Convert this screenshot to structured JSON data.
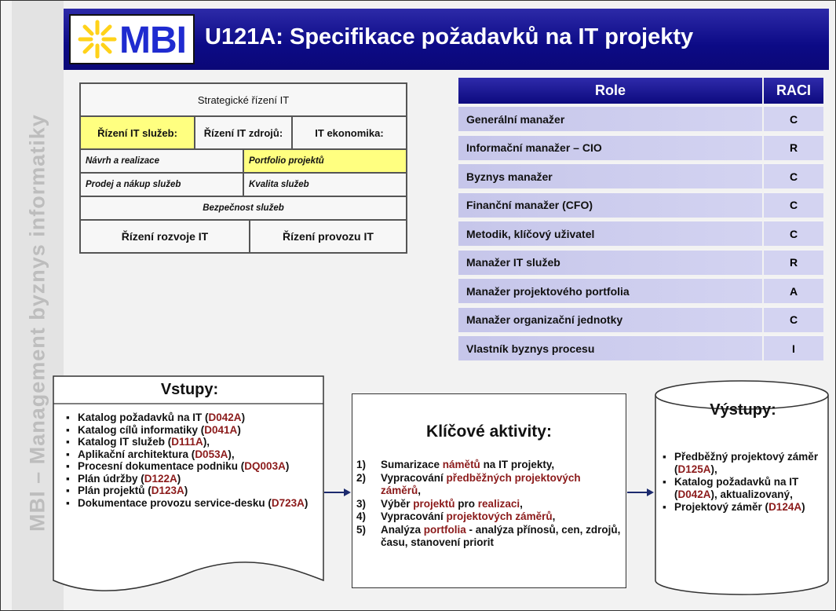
{
  "side_text": "MBI – Management byznys informatiky",
  "logo_text": "MBI",
  "title": "U121A: Specifikace požadavků na IT projekty",
  "itg": {
    "top": "Strategické řízení IT",
    "row2": [
      "Řízení IT služeb:",
      "Řízení IT zdrojů:",
      "IT ekonomika:"
    ],
    "row3": [
      "Návrh a realizace",
      "Portfolio projektů"
    ],
    "row4": [
      "Prodej a nákup služeb",
      "Kvalita služeb"
    ],
    "row5": "Bezpečnost služeb",
    "row6": [
      "Řízení rozvoje IT",
      "Řízení provozu IT"
    ]
  },
  "raci": {
    "header_role": "Role",
    "header_raci": "RACI",
    "rows": [
      {
        "role": "Generální manažer",
        "raci": "C"
      },
      {
        "role": "Informační manažer – CIO",
        "raci": "R"
      },
      {
        "role": "Byznys manažer",
        "raci": "C"
      },
      {
        "role": "Finanční manažer (CFO)",
        "raci": "C"
      },
      {
        "role": "Metodik, klíčový uživatel",
        "raci": "C"
      },
      {
        "role": "Manažer IT služeb",
        "raci": "R"
      },
      {
        "role": "Manažer projektového portfolia",
        "raci": "A"
      },
      {
        "role": "Manažer organizační jednotky",
        "raci": "C"
      },
      {
        "role": "Vlastník byznys procesu",
        "raci": "I"
      }
    ]
  },
  "inputs": {
    "title": "Vstupy:",
    "items": [
      {
        "pre": "Katalog požadavků na IT (",
        "code": "D042A",
        "post": ")"
      },
      {
        "pre": "Katalog cílů informatiky (",
        "code": "D041A",
        "post": ")"
      },
      {
        "pre": "Katalog IT služeb (",
        "code": "D111A",
        "post": "),"
      },
      {
        "pre": "Aplikační architektura (",
        "code": "D053A",
        "post": "),"
      },
      {
        "pre": "Procesní dokumentace podniku (",
        "code": "DQ003A",
        "post": ")"
      },
      {
        "pre": "Plán údržby (",
        "code": "D122A",
        "post": ")"
      },
      {
        "pre": "Plán projektů (",
        "code": "D123A",
        "post": ")"
      },
      {
        "pre": "Dokumentace provozu service-desku (",
        "code": "D723A",
        "post": ")"
      }
    ]
  },
  "activities": {
    "title": "Klíčové aktivity:",
    "items": [
      {
        "num": "1)",
        "parts": [
          [
            "Sumarizace ",
            0
          ],
          [
            "námětů",
            1
          ],
          [
            " na IT projekty,",
            0
          ]
        ]
      },
      {
        "num": "2)",
        "parts": [
          [
            "Vypracování ",
            0
          ],
          [
            "předběžných projektových záměrů",
            1
          ],
          [
            ",",
            0
          ]
        ]
      },
      {
        "num": "3)",
        "parts": [
          [
            "Výběr ",
            0
          ],
          [
            "projektů",
            1
          ],
          [
            " pro ",
            0
          ],
          [
            "realizaci",
            1
          ],
          [
            ",",
            0
          ]
        ]
      },
      {
        "num": "4)",
        "parts": [
          [
            "Vypracování ",
            0
          ],
          [
            "projektových záměrů",
            1
          ],
          [
            ",",
            0
          ]
        ]
      },
      {
        "num": "5)",
        "parts": [
          [
            "Analýza ",
            0
          ],
          [
            "portfolia",
            1
          ],
          [
            " - analýza přínosů, cen, zdrojů, času, stanovení priorit",
            0
          ]
        ]
      }
    ]
  },
  "outputs": {
    "title": "Výstupy:",
    "items": [
      {
        "pre": "Předběžný projektový záměr (",
        "code": "D125A",
        "post": "),"
      },
      {
        "pre": "Katalog požadavků na IT (",
        "code": "D042A",
        "post": "), aktualizovaný,"
      },
      {
        "pre": "Projektový záměr (",
        "code": "D124A",
        "post": ")"
      }
    ]
  },
  "colors": {
    "header_blue": "#0c0a86",
    "logo_blue": "#1f2bd0",
    "highlight_yellow": "#ffff80",
    "raci_row": "#c6c6ea",
    "code_red": "#8b1a1a",
    "arrow_navy": "#1c2a6e"
  }
}
